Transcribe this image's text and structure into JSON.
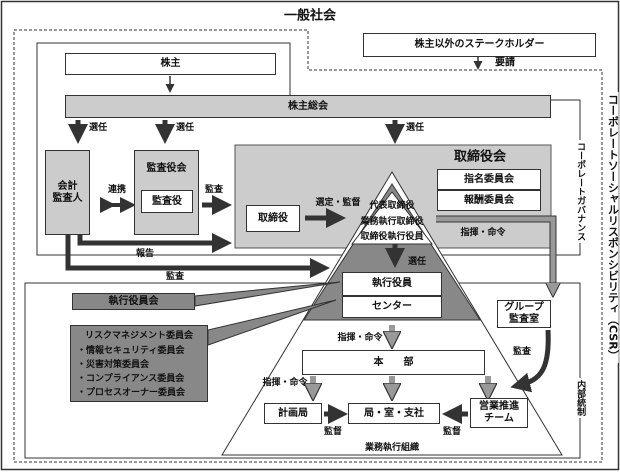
{
  "outer": {
    "society": "一般社会",
    "csr": "コーポレートソーシャルリスポンシビリティ（CSR）"
  },
  "governance_label": "コーポレートガバナンス",
  "internal_control_label": "内部統制",
  "stakeholders": {
    "box": "株主以外のステークホルダー",
    "arrow_label": "要請"
  },
  "shareholders": "株主",
  "general_meeting": "株主総会",
  "appoint_labels": [
    "選任",
    "選任",
    "選任",
    "選任"
  ],
  "auditor": {
    "accounting": "会計\n監査人",
    "cooperation": "連携",
    "board": "監査役会",
    "member": "監査役",
    "audit": "監査"
  },
  "board": {
    "title": "取締役会",
    "nomination": "指名委員会",
    "compensation": "報酬委員会",
    "director": "取締役",
    "select_supervise": "選定・監督"
  },
  "pyramid_top": [
    "代表取締役",
    "業務執行取締役",
    "取締役執行役員"
  ],
  "report_label": "報告",
  "audit_label": "監査",
  "command_labels": [
    "指揮・命令",
    "指揮・命令",
    "指揮・命令"
  ],
  "executive": {
    "officers": "執行役員",
    "center": "センター"
  },
  "executive_committee": "執行役員会",
  "risk_committee": {
    "title": "リスクマネジメント委員会",
    "items": [
      "・情報セキュリティ委員会",
      "・災害対策委員会",
      "・コンプライアンス委員会",
      "・プロセスオーナー委員会"
    ]
  },
  "group_audit": {
    "name": "グループ\n監査室",
    "audit": "監査"
  },
  "headquarters": "本　　部",
  "units": {
    "planning": "計画局",
    "offices": "局・室・支社",
    "sales": "営業推進\nチーム",
    "supervise": [
      "監督",
      "監督"
    ],
    "org": "業務執行組織"
  },
  "colors": {
    "gray": "#cccccc",
    "dark_gray": "#888888",
    "arrow": "#333333",
    "arrow_gray": "#999999"
  }
}
